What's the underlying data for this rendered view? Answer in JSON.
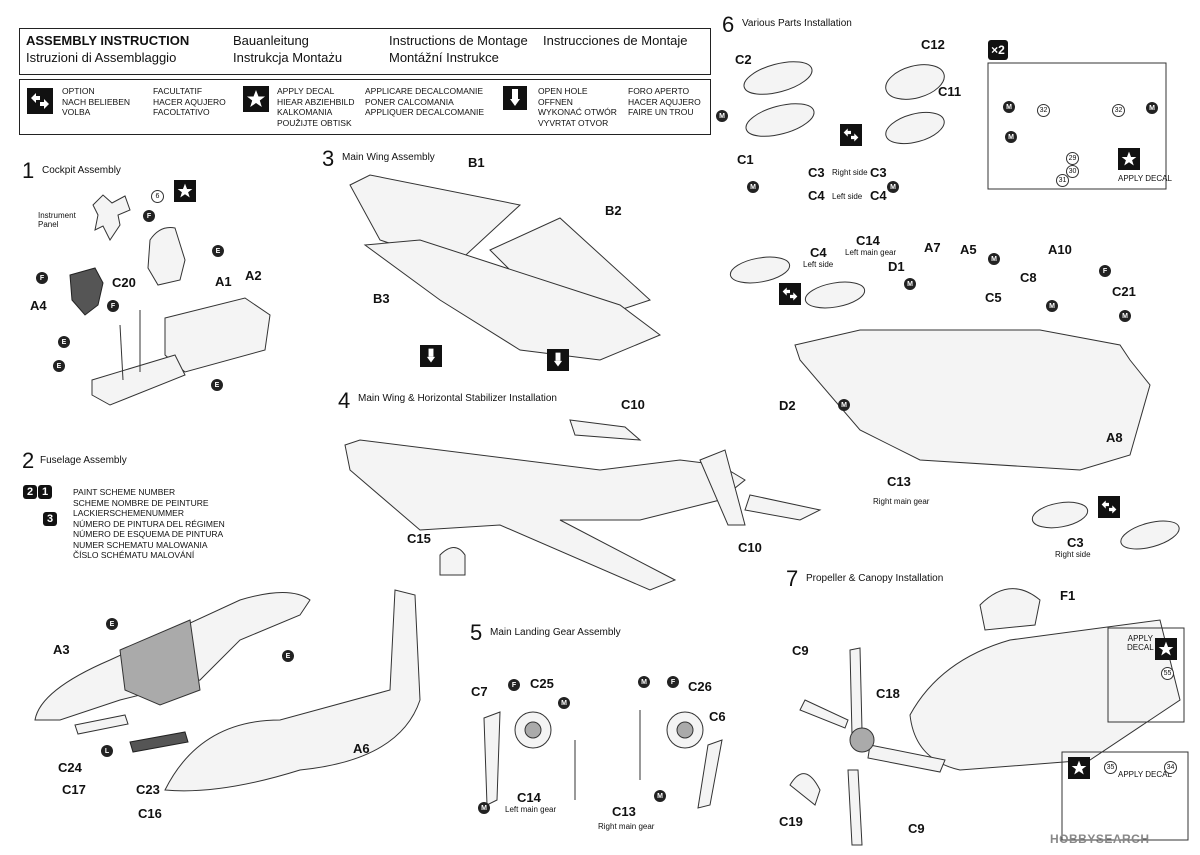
{
  "header": {
    "title_en": "ASSEMBLY INSTRUCTION",
    "title_it": "Istruzioni di Assemblaggio",
    "title_de": "Bauanleitung",
    "title_pl": "Instrukcja Montażu",
    "title_fr": "Instructions de Montage",
    "title_cz": "Montážní Instrukce",
    "title_es": "Instrucciones de Montaje"
  },
  "legend": {
    "option": "OPTION\nNACH BELIEBEN\nVOLBA",
    "option2": "FACULTATIF\nHACER AQUJERO\nFACOLTATIVO",
    "decal": "APPLY DECAL\nHIEAR ABZIEHBILD\nKALKOMANIA\nPOUŽIJTE OBTISK",
    "decal2": "APPLICARE DECALCOMANIE\nPONER CALCOMANIA\nAPPLIQUER DECALCOMANIE",
    "hole": "OPEN HOLE\nOFFNEN\nWYKONAĆ OTWÓR\nVYVRTAT OTVOR",
    "hole2": "FORO APERTO\nHACER AQUJERO\nFAIRE UN TROU"
  },
  "steps": {
    "s1": {
      "num": "1",
      "title": "Cockpit Assembly"
    },
    "s2": {
      "num": "2",
      "title": "Fuselage Assembly"
    },
    "s3": {
      "num": "3",
      "title": "Main Wing Assembly"
    },
    "s4": {
      "num": "4",
      "title": "Main Wing & Horizontal Stabilizer  Installation"
    },
    "s5": {
      "num": "5",
      "title": "Main Landing Gear Assembly"
    },
    "s6": {
      "num": "6",
      "title": "Various Parts Installation"
    },
    "s7": {
      "num": "7",
      "title": "Propeller & Canopy Installation"
    }
  },
  "paint_scheme": "PAINT SCHEME NUMBER\nSCHEME NOMBRE DE PEINTURE\nLACKIERSCHEMENUMMER\nNÚMERO DE PINTURA DEL RÉGIMEN\nNÚMERO DE ESQUEMA DE PINTURA\nNUMER SCHEMATU MALOWANIA\nČÍSLO SCHÉMATU MALOVÁNÍ",
  "paint_badges": {
    "b1": "2",
    "b2": "1",
    "b3": "3"
  },
  "labels": {
    "instrument_panel": "Instrument\nPanel",
    "right_side": "Right side",
    "left_side": "Left side",
    "left_side_lower": "Left side",
    "left_main_gear": "Left main gear",
    "right_main_gear": "Right main gear",
    "apply_decal": "APPLY DECAL",
    "apply_decal_stack": "APPLY\nDECAL",
    "x2": "×2",
    "watermark": "HOBBYSEARCH"
  },
  "parts": {
    "A1": "A1",
    "A2": "A2",
    "A3": "A3",
    "A4": "A4",
    "A5": "A5",
    "A6": "A6",
    "A7": "A7",
    "A8": "A8",
    "A10": "A10",
    "B1": "B1",
    "B2": "B2",
    "B3": "B3",
    "C1": "C1",
    "C2": "C2",
    "C3": "C3",
    "C4": "C4",
    "C5": "C5",
    "C6": "C6",
    "C7": "C7",
    "C8": "C8",
    "C9": "C9",
    "C10": "C10",
    "C11": "C11",
    "C12": "C12",
    "C13": "C13",
    "C14": "C14",
    "C15": "C15",
    "C16": "C16",
    "C17": "C17",
    "C18": "C18",
    "C19": "C19",
    "C20": "C20",
    "C21": "C21",
    "C23": "C23",
    "C24": "C24",
    "C25": "C25",
    "C26": "C26",
    "D1": "D1",
    "D2": "D2",
    "F1": "F1"
  },
  "decal_numbers": {
    "n6": "6",
    "n29": "29",
    "n30": "30",
    "n31": "31",
    "n32a": "32",
    "n32b": "32",
    "n34": "34",
    "n35": "35",
    "n55": "55"
  },
  "markers": {
    "M": "M",
    "F": "F",
    "E": "E",
    "L": "L"
  }
}
